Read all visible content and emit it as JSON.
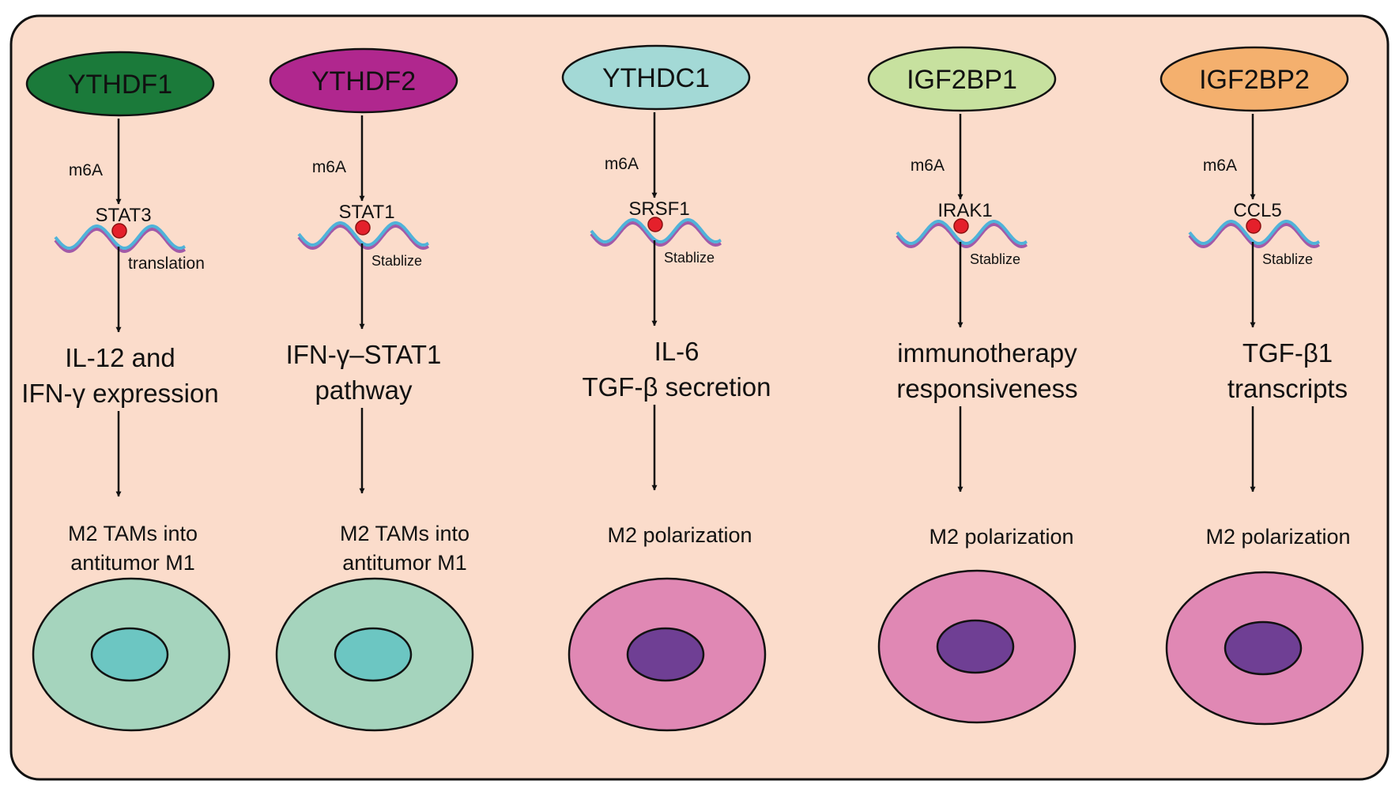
{
  "colors": {
    "background": "#fbdccb",
    "border": "#111111",
    "effect_text": "#c1121f",
    "rna_blue": "#4fb3d9",
    "rna_purple": "#a25aa8",
    "m6a_site": "#e4202b",
    "m1_cell": "#a5d4bd",
    "m1_nucleus": "#6cc6c2",
    "m2_cell": "#e088b4",
    "m2_nucleus": "#6f3f94"
  },
  "columns": [
    {
      "reader": "YTHDF1",
      "reader_color": "#1b7a3a",
      "reader_text_color": "#111111",
      "modification": "m6A",
      "target": "STAT3",
      "effect": "translation",
      "outcome": [
        "IL-12 and",
        "IFN-γ expression"
      ],
      "result": [
        "M2 TAMs into",
        "antitumor M1"
      ],
      "cell_type": "M1",
      "cell_icon": "m1-macrophage-icon"
    },
    {
      "reader": "YTHDF2",
      "reader_color": "#b0278e",
      "reader_text_color": "#111111",
      "modification": "m6A",
      "target": "STAT1",
      "effect": "Stablize",
      "outcome": [
        "IFN-γ–STAT1",
        "pathway"
      ],
      "result": [
        "M2 TAMs into",
        "antitumor M1"
      ],
      "cell_type": "M1",
      "cell_icon": "m1-macrophage-icon"
    },
    {
      "reader": "YTHDC1",
      "reader_color": "#a3d9d6",
      "reader_text_color": "#111111",
      "modification": "m6A",
      "target": "SRSF1",
      "effect": "Stablize",
      "outcome": [
        "IL-6",
        "TGF-β secretion"
      ],
      "result": [
        "M2 polarization"
      ],
      "cell_type": "M2",
      "cell_icon": "m2-macrophage-icon"
    },
    {
      "reader": "IGF2BP1",
      "reader_color": "#c7e19f",
      "reader_text_color": "#111111",
      "modification": "m6A",
      "target": "IRAK1",
      "effect": "Stablize",
      "outcome": [
        "immunotherapy",
        "responsiveness"
      ],
      "result": [
        "M2 polarization"
      ],
      "cell_type": "M2",
      "cell_icon": "m2-macrophage-icon"
    },
    {
      "reader": "IGF2BP2",
      "reader_color": "#f4b06e",
      "reader_text_color": "#111111",
      "modification": "m6A",
      "target": "CCL5",
      "effect": "Stablize",
      "outcome": [
        "TGF-β1",
        "transcripts"
      ],
      "result": [
        "M2 polarization"
      ],
      "cell_type": "M2",
      "cell_icon": "m2-macrophage-icon"
    }
  ]
}
